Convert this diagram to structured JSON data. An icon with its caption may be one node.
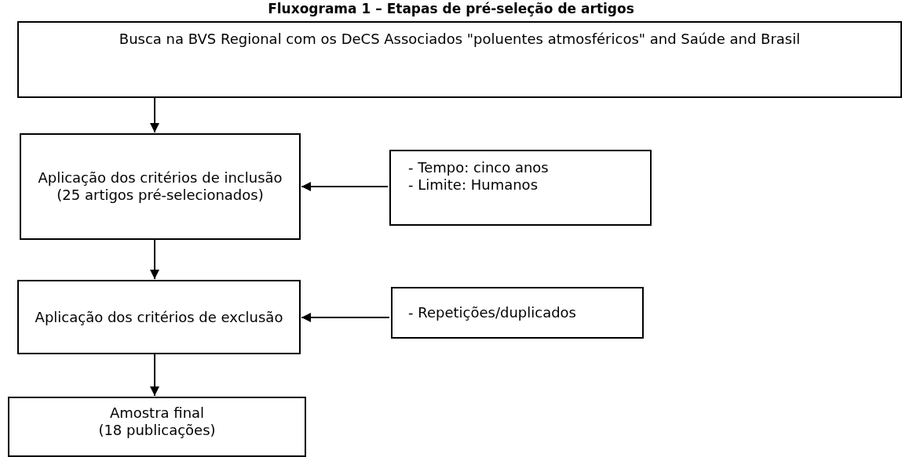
{
  "diagram": {
    "title": "Fluxograma 1 – Etapas de pré-seleção de artigos",
    "nodes": [
      {
        "text": [
          "Busca na BVS Regional com os DeCS Associados \"poluentes atmosféricos\" and Saúde and Brasil"
        ]
      },
      {
        "text": [
          "Aplicação dos critérios de inclusão",
          "(25 artigos pré-selecionados)"
        ]
      },
      {
        "text": [
          "- Tempo: cinco anos",
          "- Limite: Humanos"
        ]
      },
      {
        "text": [
          "Aplicação dos critérios de exclusão"
        ]
      },
      {
        "text": [
          "- Repetições/duplicados"
        ]
      },
      {
        "text": [
          "Amostra final",
          "(18 publicações)"
        ]
      }
    ],
    "edges": [
      {
        "from": 0,
        "to": 1,
        "arrow": "to"
      },
      {
        "from": 2,
        "to": 1,
        "arrow": "to"
      },
      {
        "from": 1,
        "to": 3,
        "arrow": "to"
      },
      {
        "from": 4,
        "to": 3,
        "arrow": "to"
      },
      {
        "from": 3,
        "to": 5,
        "arrow": "to"
      }
    ]
  }
}
